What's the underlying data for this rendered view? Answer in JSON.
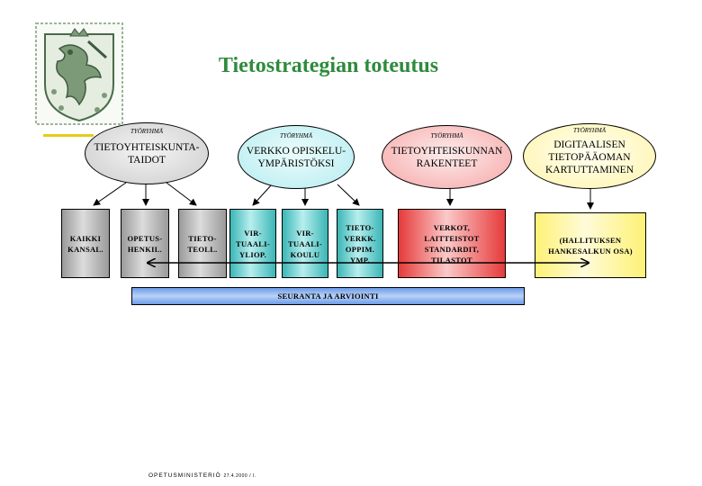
{
  "title": "Tietostrategian toteutus",
  "colors": {
    "title": "#2e8b3d",
    "accent": "#e6cc1a"
  },
  "ellipses": [
    {
      "tag": "TYÖRYHMÄ",
      "lines": [
        "TIETOYHTEISKUNTA-",
        "TAIDOT"
      ]
    },
    {
      "tag": "TYÖRYHMÄ",
      "lines": [
        "VERKKO OPISKELU-",
        "YMPÄRISTÖKSI"
      ]
    },
    {
      "tag": "TYÖRYHMÄ",
      "lines": [
        "TIETOYHTEISKUNNAN",
        "RAKENTEET"
      ]
    },
    {
      "tag": "TYÖRYHMÄ",
      "lines": [
        "DIGITAALISEN",
        "TIETOPÄÄOMAN",
        "KARTUTTAMINEN"
      ]
    }
  ],
  "boxes": [
    {
      "text": "KAIKKI\nKANSAL."
    },
    {
      "text": "OPETUS-\nHENKIL."
    },
    {
      "text": "TIETO-\nTEOLL."
    },
    {
      "text": "VIR-\nTUAALI-\nYLIOP."
    },
    {
      "text": "VIR-\nTUAALI-\nKOULU"
    },
    {
      "text": "TIETO-\nVERKK.\nOPPIM.\nYMP."
    },
    {
      "text": "VERKOT,\nLAITTEISTOT\nSTANDARDIT,\nTILASTOT"
    },
    {
      "text": "(HALLITUKSEN\nHANKESALKUN OSA)"
    }
  ],
  "seuranta": "SEURANTA JA ARVIOINTI",
  "footer": {
    "org": "OPETUSMINISTERIÖ",
    "date": "27.4.2000 / I."
  }
}
